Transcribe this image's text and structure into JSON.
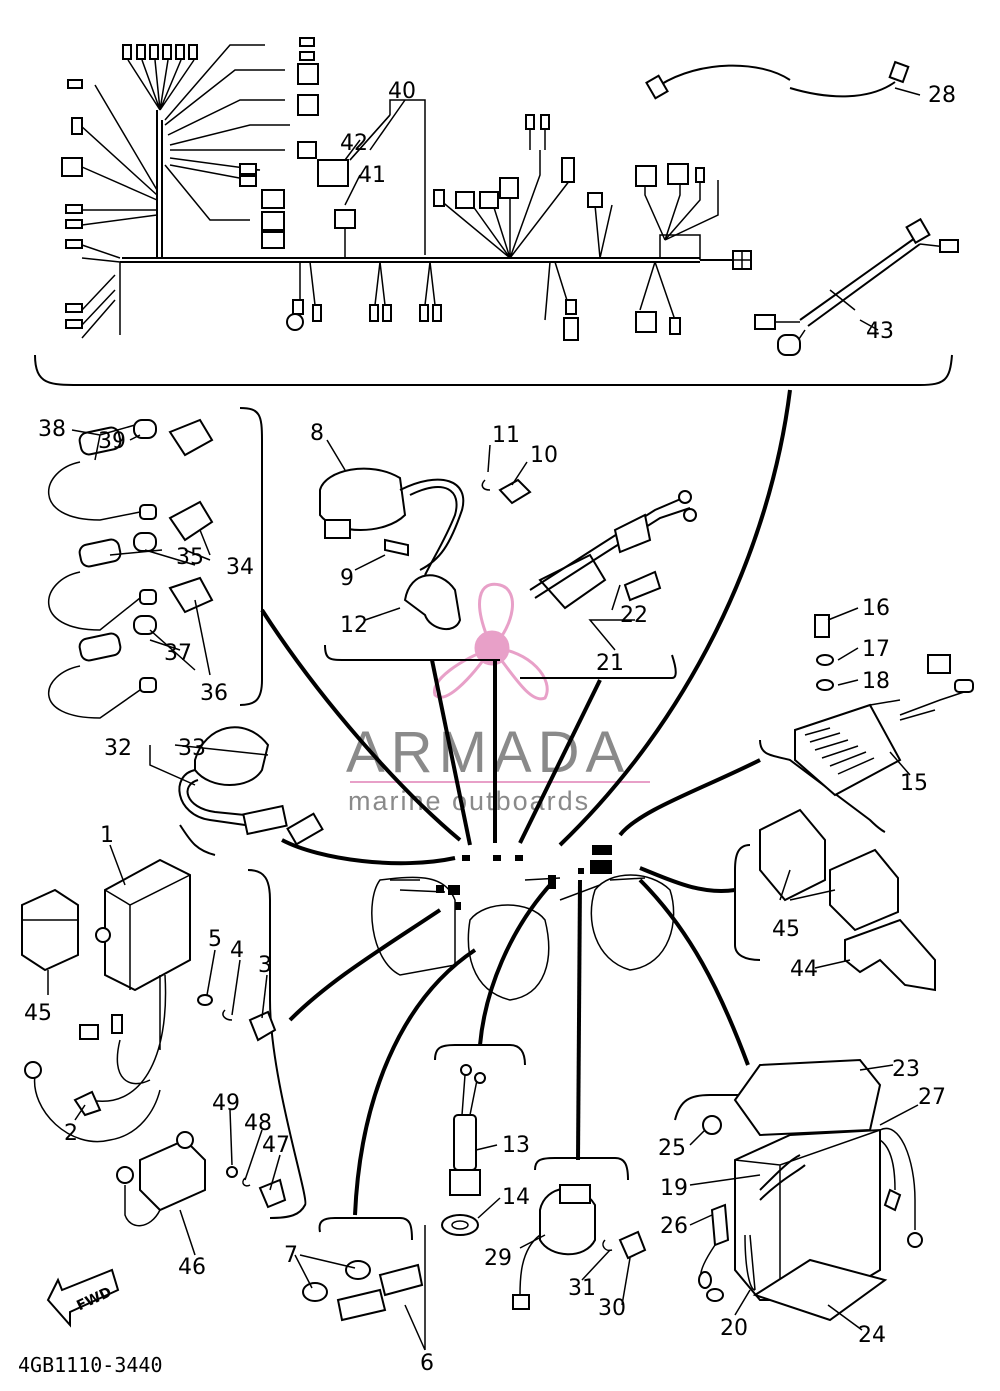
{
  "diagram_code": "4GB1110-3440",
  "watermark": {
    "brand": "ARMADA",
    "tagline": "marine outboards",
    "accent_color": "#e8a0c8"
  },
  "direction_label": "FWD",
  "callouts": {
    "c1": "1",
    "c2": "2",
    "c3": "3",
    "c4": "4",
    "c5": "5",
    "c6": "6",
    "c7": "7",
    "c8": "8",
    "c9": "9",
    "c10": "10",
    "c11": "11",
    "c12": "12",
    "c13": "13",
    "c14": "14",
    "c15": "15",
    "c16": "16",
    "c17": "17",
    "c18": "18",
    "c19": "19",
    "c20": "20",
    "c21": "21",
    "c22": "22",
    "c23": "23",
    "c24": "24",
    "c25": "25",
    "c26": "26",
    "c27": "27",
    "c28": "28",
    "c29": "29",
    "c30": "30",
    "c31": "31",
    "c32": "32",
    "c33": "33",
    "c34": "34",
    "c35": "35",
    "c36": "36",
    "c37": "37",
    "c38": "38",
    "c39": "39",
    "c40": "40",
    "c41": "41",
    "c42": "42",
    "c43": "43",
    "c44": "44",
    "c45a": "45",
    "c45b": "45",
    "c46": "46",
    "c47": "47",
    "c48": "48",
    "c49": "49"
  }
}
